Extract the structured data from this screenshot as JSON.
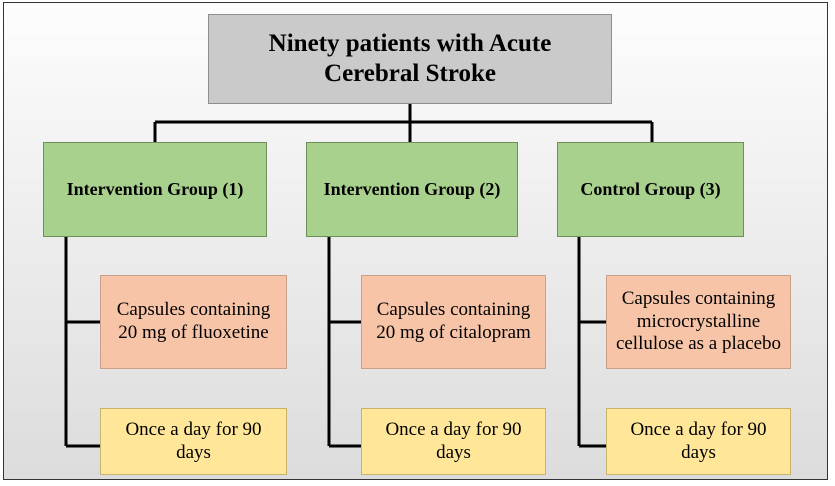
{
  "title": "Ninety patients with Acute Cerebral Stroke",
  "groups": [
    {
      "name": "Intervention Group (1)",
      "treatment": "Capsules containing 20 mg of fluoxetine",
      "schedule": "Once a day for 90 days"
    },
    {
      "name": "Intervention Group (2)",
      "treatment": "Capsules containing 20 mg of citalopram",
      "schedule": "Once a day for 90 days"
    },
    {
      "name": "Control Group (3)",
      "treatment": "Capsules containing microcrystalline cellulose as a placebo",
      "schedule": "Once a day for 90 days"
    }
  ],
  "colors": {
    "title_box": "#cacaca",
    "group_box": "#a9d18e",
    "treatment_box": "#f7c4a7",
    "schedule_box": "#ffe699",
    "connector": "#000000"
  }
}
